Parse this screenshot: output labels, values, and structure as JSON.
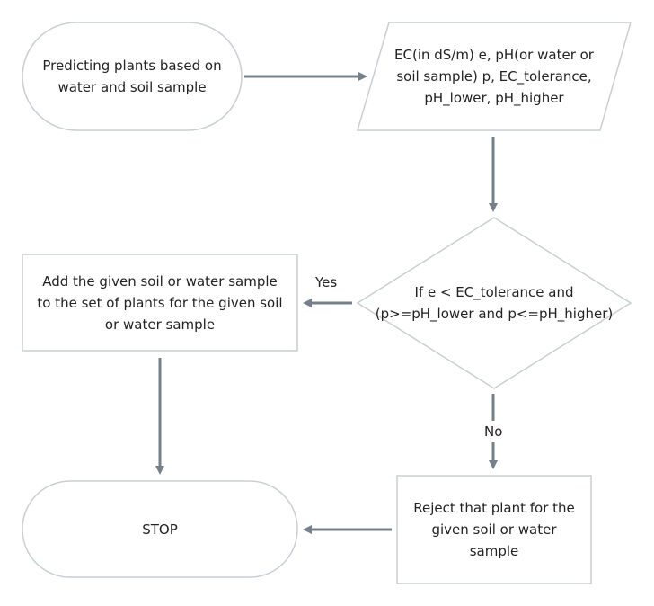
{
  "colors": {
    "node_stroke": "#c9ced4",
    "arrow": "#75808a",
    "text": "#222222"
  },
  "nodes": {
    "start": "Predicting plants based on\nwater and soil sample",
    "input": "EC(in dS/m) e, pH(or water or\nsoil sample) p, EC_tolerance,\npH_lower, pH_higher",
    "decision": "If e < EC_tolerance and\n(p>=pH_lower and p<=pH_higher)",
    "add": "Add the given soil or water sample\nto the set of plants for the given soil\nor water sample",
    "reject": "Reject that plant for the\ngiven soil or water\nsample",
    "stop": "STOP"
  },
  "edges": {
    "yes": "Yes",
    "no": "No"
  }
}
